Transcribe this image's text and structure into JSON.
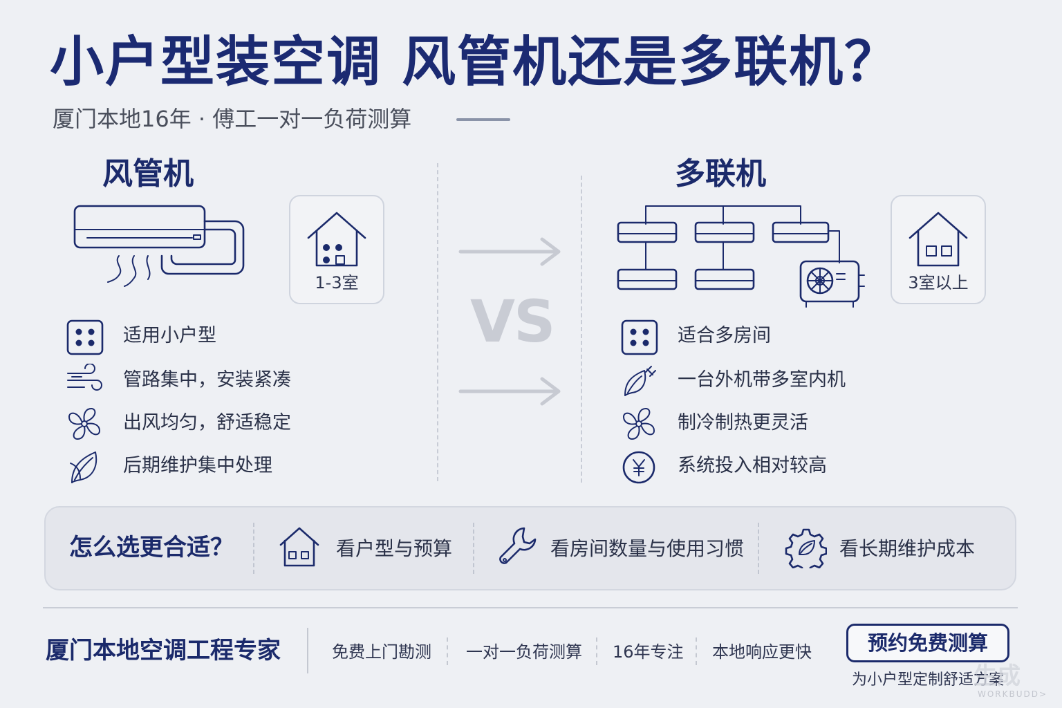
{
  "header": {
    "title": "小户型装空调 风管机还是多联机？",
    "subtitle": "厦门本地16年 · 傅工一对一负荷测算"
  },
  "left_column": {
    "title": "风管机",
    "room_card_label": "1-3室",
    "features": [
      {
        "icon": "grid-dots-icon",
        "label": "适用小户型"
      },
      {
        "icon": "wind-icon",
        "label": "管路集中，安装紧凑"
      },
      {
        "icon": "fan-icon",
        "label": "出风均匀，舒适稳定"
      },
      {
        "icon": "leaf-icon",
        "label": "后期维护集中处理"
      }
    ]
  },
  "vs_label": "VS",
  "right_column": {
    "title": "多联机",
    "room_card_label": "3室以上",
    "features": [
      {
        "icon": "grid-dots-icon",
        "label": "适合多房间"
      },
      {
        "icon": "leaf-plug-icon",
        "label": "一台外机带多室内机"
      },
      {
        "icon": "fan-icon",
        "label": "制冷制热更灵活"
      },
      {
        "icon": "yen-icon",
        "label": "系统投入相对较高"
      }
    ]
  },
  "choose_panel": {
    "title": "怎么选更合适？",
    "items": [
      {
        "icon": "house-icon",
        "label": "看户型与预算"
      },
      {
        "icon": "wrench-icon",
        "label": "看房间数量与使用习惯"
      },
      {
        "icon": "gear-leaf-icon",
        "label": "看长期维护成本"
      }
    ]
  },
  "footer": {
    "brand": "厦门本地空调工程专家",
    "tags": [
      "免费上门勘测",
      "一对一负荷测算",
      "16年专注",
      "本地响应更快"
    ],
    "cta_label": "预约免费测算",
    "cta_caption": "为小户型定制舒适方案"
  },
  "watermark": {
    "text": "生成",
    "sub": "WORKBUDD>"
  },
  "colors": {
    "navy": "#1b2a6b",
    "background": "#eef0f4",
    "muted_gray": "#c9ccd4"
  }
}
